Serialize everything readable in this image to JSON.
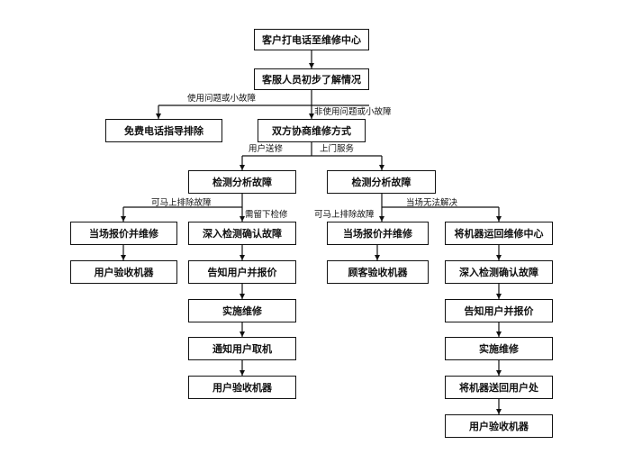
{
  "nodes": {
    "call_center": "客户打电话至维修中心",
    "understand": "客服人员初步了解情况",
    "free_phone": "免费电话指导排除",
    "negotiate": "双方协商维修方式",
    "detect_left": "检测分析故障",
    "detect_right": "检测分析故障",
    "quote_repair_l": "当场报价并维修",
    "deep_check_l": "深入检测确认故障",
    "quote_repair_r": "当场报价并维修",
    "ship_center": "将机器运回维修中心",
    "accept_l1": "用户验收机器",
    "inform_quote_l": "告知用户并报价",
    "customer_accept": "顾客验收机器",
    "deep_check_r": "深入检测确认故障",
    "repair_l": "实施维修",
    "inform_quote_r": "告知用户并报价",
    "notify_pickup": "通知用户取机",
    "repair_r": "实施维修",
    "accept_l2": "用户验收机器",
    "ship_back": "将机器送回用户处",
    "accept_r": "用户验收机器"
  },
  "edge_labels": {
    "use_issue": "使用问题或小故障",
    "non_use_issue": "非使用问题或小故障",
    "user_send": "用户送修",
    "onsite_service": "上门服务",
    "fix_now_l": "可马上排除故障",
    "need_leave": "需留下检修",
    "fix_now_r": "可马上排除故障",
    "unsolvable": "当场无法解决"
  },
  "colors": {
    "stroke": "#111111",
    "background": "#ffffff"
  }
}
